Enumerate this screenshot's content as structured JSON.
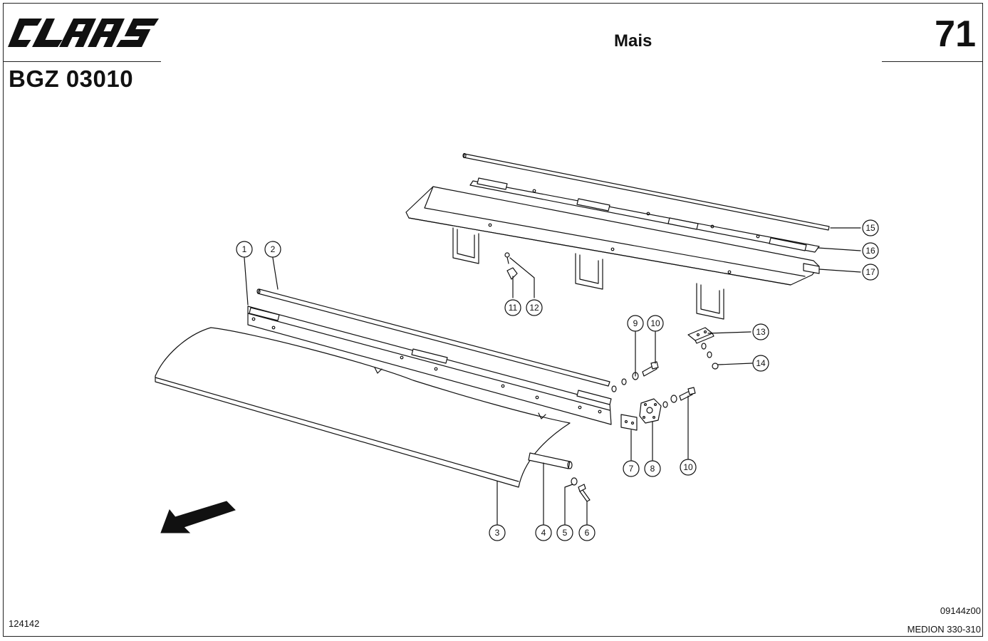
{
  "header": {
    "brand": "CLAAS",
    "doc_code": "BGZ 03010",
    "title": "Mais",
    "page_number": "71"
  },
  "footer": {
    "left_code": "124142",
    "drawing_code": "09144z00",
    "model": "MEDION 330-310"
  },
  "callouts": {
    "c1": "1",
    "c2": "2",
    "c3": "3",
    "c4": "4",
    "c5": "5",
    "c6": "6",
    "c7": "7",
    "c8": "8",
    "c9": "9",
    "c10a": "10",
    "c10b": "10",
    "c11": "11",
    "c12": "12",
    "c13": "13",
    "c14": "14",
    "c15": "15",
    "c16": "16",
    "c17": "17"
  },
  "icons": {
    "direction": "arrow-left-down-icon"
  }
}
